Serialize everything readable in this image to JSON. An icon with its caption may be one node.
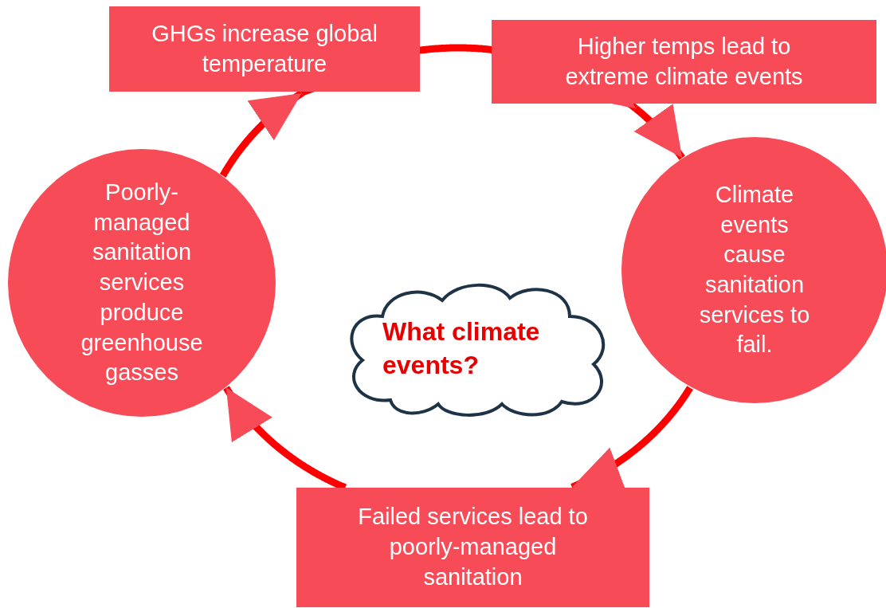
{
  "diagram": {
    "nodes": [
      {
        "text": [
          "GHGs increase global temperature"
        ]
      },
      {
        "text": [
          "Higher temps lead to extreme climate events"
        ]
      },
      {
        "text": [
          "Climate events cause sanitation services to fail."
        ]
      },
      {
        "text": [
          "Failed services lead to poorly-managed sanitation"
        ]
      },
      {
        "text": [
          "Poorly-managed sanitation services produce greenhouse gasses"
        ]
      },
      {
        "text": [
          "What climate events?"
        ]
      }
    ],
    "edges": [
      {
        "from": 0,
        "to": 1,
        "arrow": "to"
      },
      {
        "from": 1,
        "to": 2,
        "arrow": "to"
      },
      {
        "from": 2,
        "to": 3,
        "arrow": "to"
      },
      {
        "from": 3,
        "to": 4,
        "arrow": "to"
      },
      {
        "from": 4,
        "to": 0,
        "arrow": "to"
      }
    ]
  }
}
